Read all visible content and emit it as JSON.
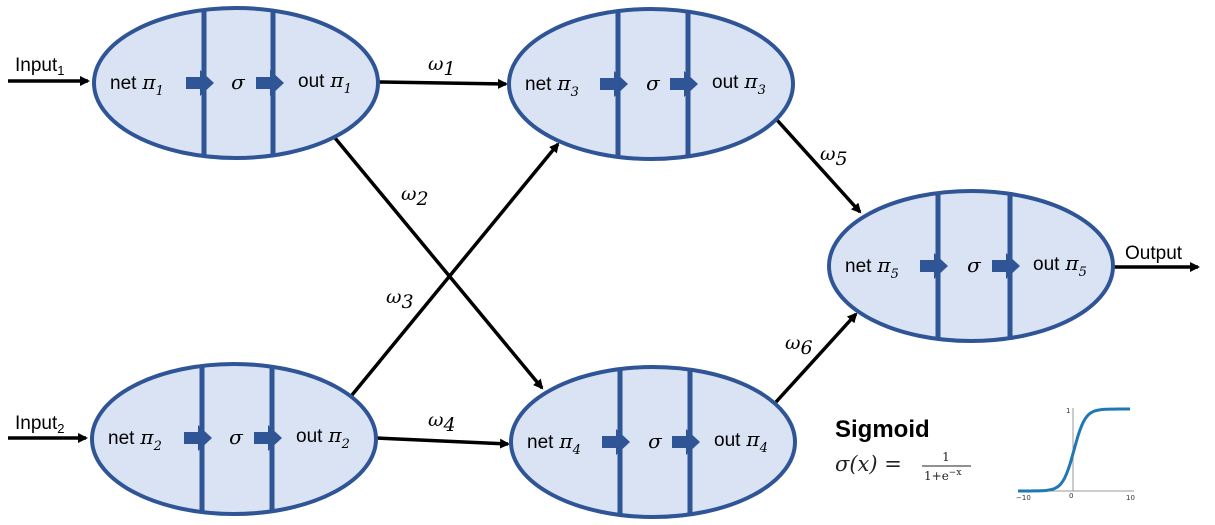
{
  "inputs": {
    "input1": {
      "base": "Input",
      "sub": "1"
    },
    "input2": {
      "base": "Input",
      "sub": "2"
    },
    "output": "Output"
  },
  "nodes": [
    {
      "net": "net",
      "pi": "π",
      "sub": "1",
      "sigma": "σ",
      "out": "out"
    },
    {
      "net": "net",
      "pi": "π",
      "sub": "2",
      "sigma": "σ",
      "out": "out"
    },
    {
      "net": "net",
      "pi": "π",
      "sub": "3",
      "sigma": "σ",
      "out": "out"
    },
    {
      "net": "net",
      "pi": "π",
      "sub": "4",
      "sigma": "σ",
      "out": "out"
    },
    {
      "net": "net",
      "pi": "π",
      "sub": "5",
      "sigma": "σ",
      "out": "out"
    }
  ],
  "weights": [
    {
      "sym": "ω",
      "sub": "1"
    },
    {
      "sym": "ω",
      "sub": "2"
    },
    {
      "sym": "ω",
      "sub": "3"
    },
    {
      "sym": "ω",
      "sub": "4"
    },
    {
      "sym": "ω",
      "sub": "5"
    },
    {
      "sym": "ω",
      "sub": "6"
    }
  ],
  "sigmoid": {
    "title": "Sigmoid",
    "lhs": "σ(x) =",
    "numerator": "1",
    "denominator": "1+e",
    "exponent": "−x",
    "axis_ticks": {
      "x_min": "−10",
      "x_zero": "0",
      "x_max": "10",
      "y_top": "1"
    },
    "curve_color": "#1f77b4"
  },
  "colors": {
    "node_fill": "#dae3f3",
    "node_stroke": "#2f5597",
    "edge": "#000000"
  }
}
